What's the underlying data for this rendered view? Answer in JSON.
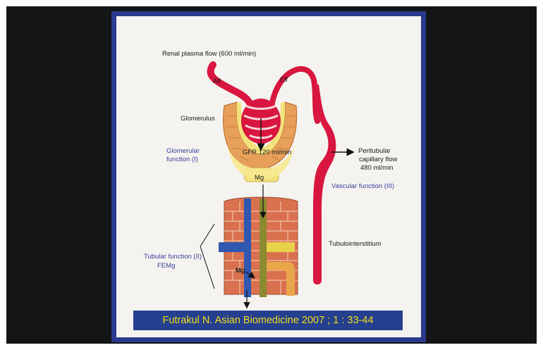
{
  "slide": {
    "labels": {
      "renal_plasma_flow": "Renal plasma flow (600 ml/min)",
      "aff": "Aff",
      "eff": "Eff",
      "glomerulus": "Glomerulus",
      "gfr": "GFR 120 ml/min",
      "glomerular_function_line1": "Glomerular",
      "glomerular_function_line2": "function (I)",
      "peritubular_line1": "Peritubular",
      "peritubular_line2": "capillary flow",
      "peritubular_line3": "480 ml/min",
      "vascular_function": "Vascular function (III)",
      "mg_top": "Mg",
      "mg_bottom": "Mg",
      "tubular_function": "Tubular function (II)",
      "femg": "FEMg",
      "tubulointerstitium": "Tubulointerstitium"
    },
    "citation": "Futrakul N. Asian Biomedicine 2007 ; 1 : 33-44"
  },
  "colors": {
    "screen_background": "#131517",
    "slide_frame": "#2b3a8e",
    "vessel_red": "#d8163f",
    "tubule_orange": "#e6a05a",
    "tubule_yellow": "#f3e27c",
    "brick": "#d9714f",
    "duct_blue": "#2f58b0",
    "duct_olive": "#8c8a2e",
    "label_blue": "#3a3f9e",
    "citation_bar": "#25408f",
    "citation_text": "#f2dd1a"
  }
}
